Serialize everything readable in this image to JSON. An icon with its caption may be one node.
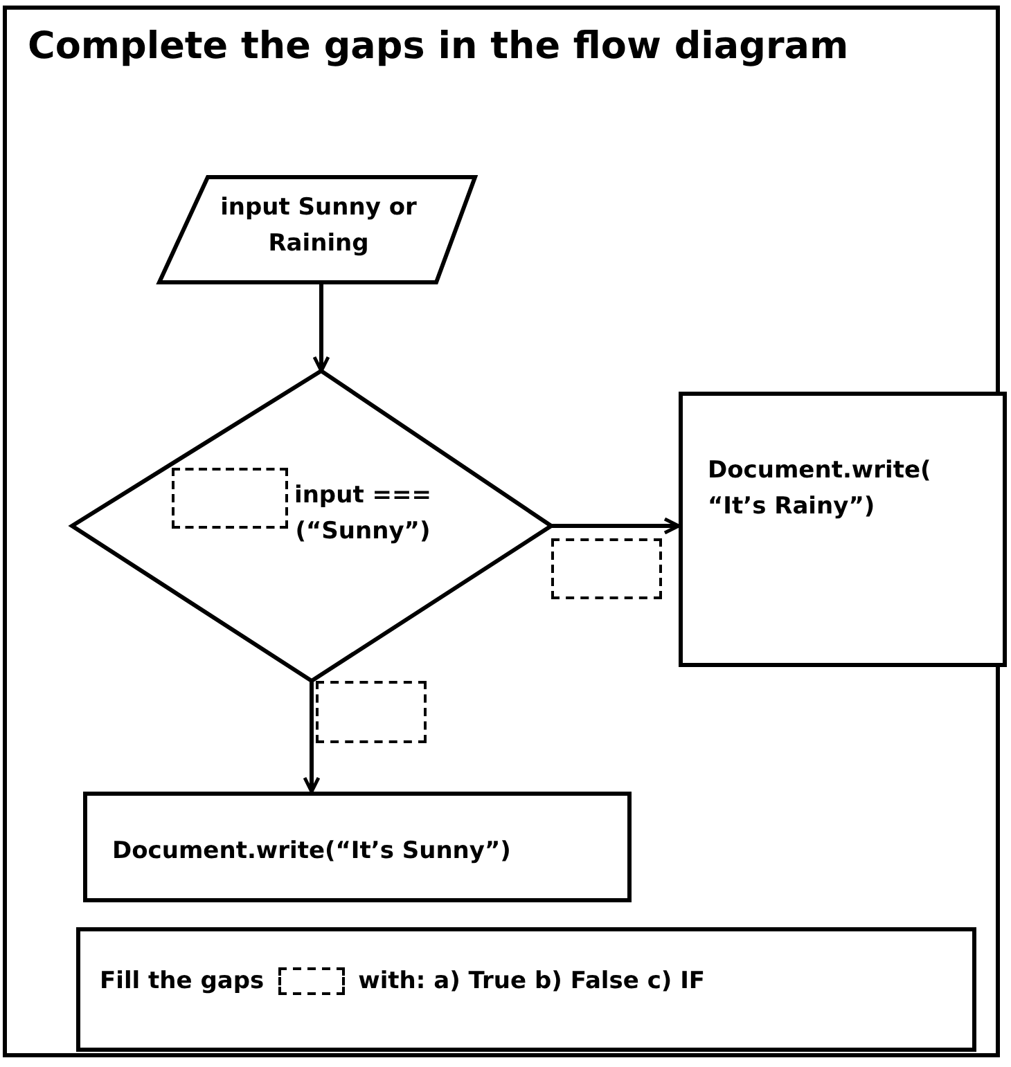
{
  "diagram": {
    "title": "Complete the gaps in the flow diagram",
    "nodes": [
      {
        "text": [
          "input Sunny or Raining"
        ]
      },
      {
        "text": [
          "input ===(“Sunny”)"
        ]
      },
      {
        "text": [
          "Document.write( “It’s Rainy”)"
        ]
      },
      {
        "text": [
          "Document.write(“It’s Sunny”)"
        ]
      },
      {
        "text": [
          "Fill the gaps",
          "with: **a)** True **b)** False **c)** IF"
        ]
      }
    ],
    "edges": [
      {
        "from": 0,
        "to": 1,
        "arrow": "to"
      },
      {
        "from": 1,
        "to": 2,
        "arrow": "to"
      },
      {
        "from": 1,
        "to": 3,
        "arrow": "to"
      }
    ]
  }
}
